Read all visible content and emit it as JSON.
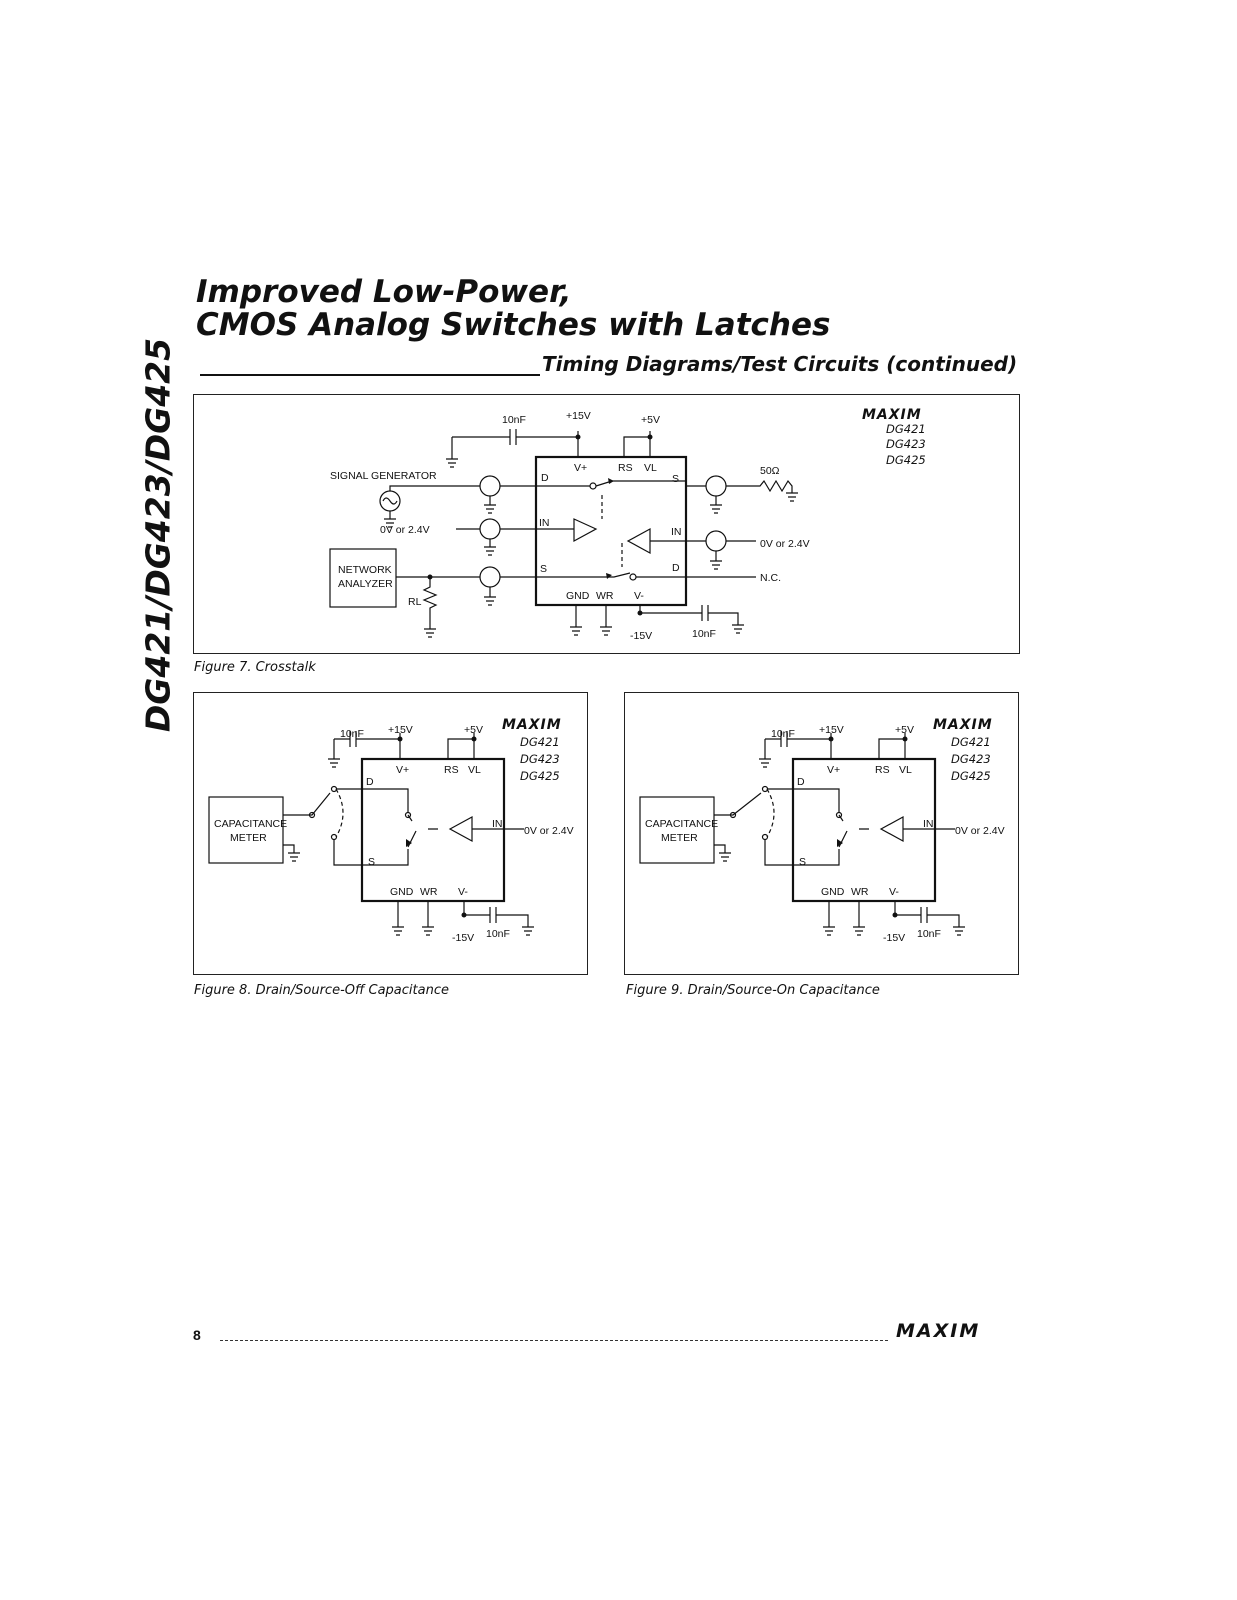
{
  "header": {
    "title_line1": "Improved Low-Power,",
    "title_line2": "CMOS Analog Switches with Latches",
    "section_title": "Timing Diagrams/Test Circuits (continued)",
    "side_title": "DG421/DG423/DG425"
  },
  "figure7": {
    "caption": "Figure 7.  Crosstalk",
    "logo": "MAXIM",
    "parts": [
      "DG421",
      "DG423",
      "DG425"
    ],
    "labels": {
      "cap_top": "10nF",
      "v15": "+15V",
      "v5": "+5V",
      "vplus": "V+",
      "rs": "RS",
      "vl": "VL",
      "signal_generator": "SIGNAL GENERATOR",
      "d_left": "D",
      "s_right": "S",
      "r50": "50Ω",
      "in_left": "IN",
      "in_right": "IN",
      "zero_or_24_left": "0V or 2.4V",
      "zero_or_24_right": "0V or 2.4V",
      "network_analyzer_1": "NETWORK",
      "network_analyzer_2": "ANALYZER",
      "s_left": "S",
      "d_right": "D",
      "nc": "N.C.",
      "rl": "RL",
      "gnd": "GND",
      "wr": "WR",
      "vminus": "V-",
      "v_neg15": "-15V",
      "cap_bottom": "10nF"
    }
  },
  "figure8": {
    "caption": "Figure 8.  Drain/Source-Off Capacitance",
    "logo": "MAXIM",
    "parts": [
      "DG421",
      "DG423",
      "DG425"
    ],
    "labels": {
      "cap_top": "10nF",
      "v15": "+15V",
      "v5": "+5V",
      "vplus": "V+",
      "rs": "RS",
      "vl": "VL",
      "d": "D",
      "s": "S",
      "in": "IN",
      "zero_or_24": "0V or 2.4V",
      "meter_1": "CAPACITANCE",
      "meter_2": "METER",
      "gnd": "GND",
      "wr": "WR",
      "vminus": "V-",
      "v_neg15": "-15V",
      "cap_bottom": "10nF"
    }
  },
  "figure9": {
    "caption": "Figure 9.  Drain/Source-On Capacitance",
    "logo": "MAXIM",
    "parts": [
      "DG421",
      "DG423",
      "DG425"
    ],
    "labels": {
      "cap_top": "10nF",
      "v15": "+15V",
      "v5": "+5V",
      "vplus": "V+",
      "rs": "RS",
      "vl": "VL",
      "d": "D",
      "s": "S",
      "in": "IN",
      "zero_or_24": "0V or 2.4V",
      "meter_1": "CAPACITANCE",
      "meter_2": "METER",
      "gnd": "GND",
      "wr": "WR",
      "vminus": "V-",
      "v_neg15": "-15V",
      "cap_bottom": "10nF"
    }
  },
  "footer": {
    "page_number": "8",
    "logo": "MAXIM"
  }
}
